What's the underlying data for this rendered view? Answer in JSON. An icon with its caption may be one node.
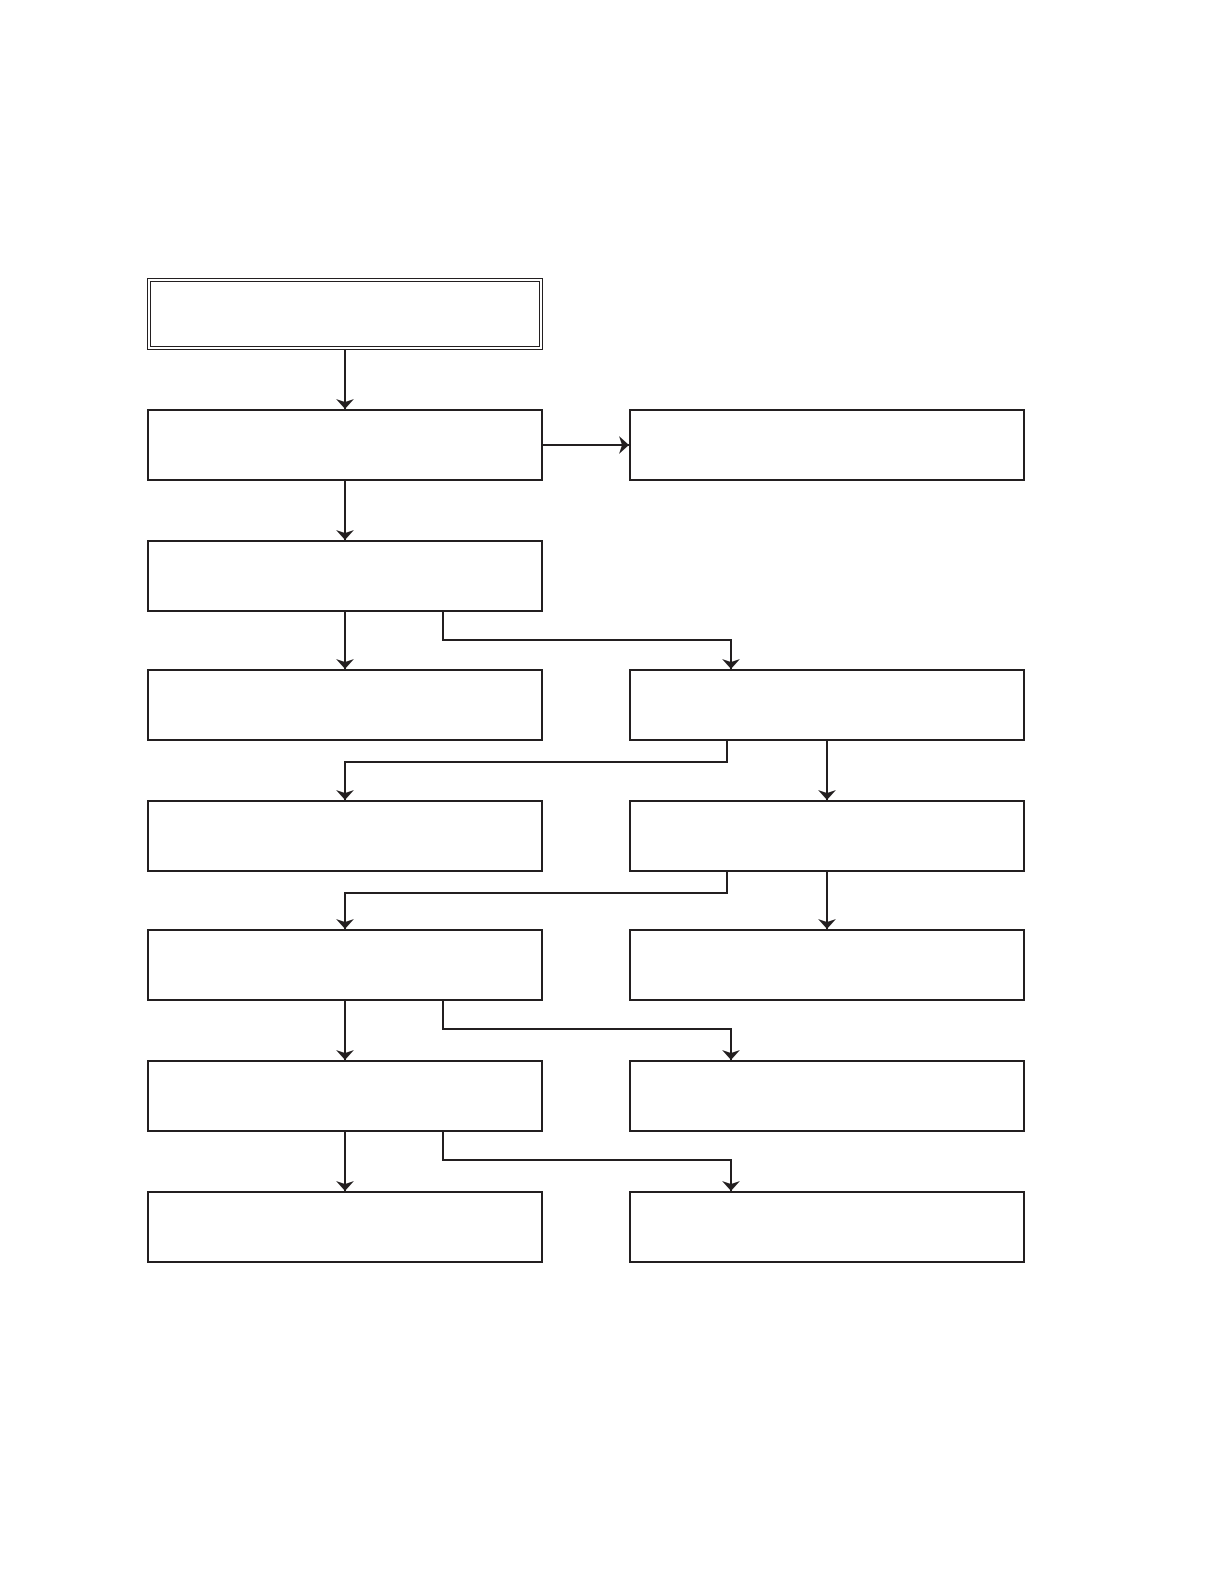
{
  "diagram": {
    "nodes": [
      {
        "text": [],
        "shape": "box"
      },
      {
        "text": [],
        "shape": "box"
      },
      {
        "text": [],
        "shape": "box"
      },
      {
        "text": [],
        "shape": "box"
      },
      {
        "text": [],
        "shape": "box"
      },
      {
        "text": [],
        "shape": "box"
      },
      {
        "text": [],
        "shape": "box"
      },
      {
        "text": [],
        "shape": "box"
      },
      {
        "text": [],
        "shape": "box"
      },
      {
        "text": [],
        "shape": "box"
      },
      {
        "text": [],
        "shape": "box"
      },
      {
        "text": [],
        "shape": "box"
      },
      {
        "text": [],
        "shape": "box"
      },
      {
        "text": [],
        "shape": "box"
      }
    ],
    "edges": [
      {
        "from": 0,
        "to": 1,
        "arrow": "to"
      },
      {
        "from": 1,
        "to": 2,
        "arrow": "to"
      },
      {
        "from": 1,
        "to": 3,
        "arrow": "to"
      },
      {
        "from": 3,
        "to": 4,
        "arrow": "to"
      },
      {
        "from": 3,
        "to": 5,
        "arrow": "to"
      },
      {
        "from": 5,
        "to": 6,
        "arrow": "to"
      },
      {
        "from": 5,
        "to": 7,
        "arrow": "to"
      },
      {
        "from": 7,
        "to": 8,
        "arrow": "to"
      },
      {
        "from": 7,
        "to": 9,
        "arrow": "to"
      },
      {
        "from": 8,
        "to": 10,
        "arrow": "to"
      },
      {
        "from": 8,
        "to": 11,
        "arrow": "to"
      },
      {
        "from": 10,
        "to": 12,
        "arrow": "to"
      },
      {
        "from": 10,
        "to": 13,
        "arrow": "to"
      }
    ]
  }
}
